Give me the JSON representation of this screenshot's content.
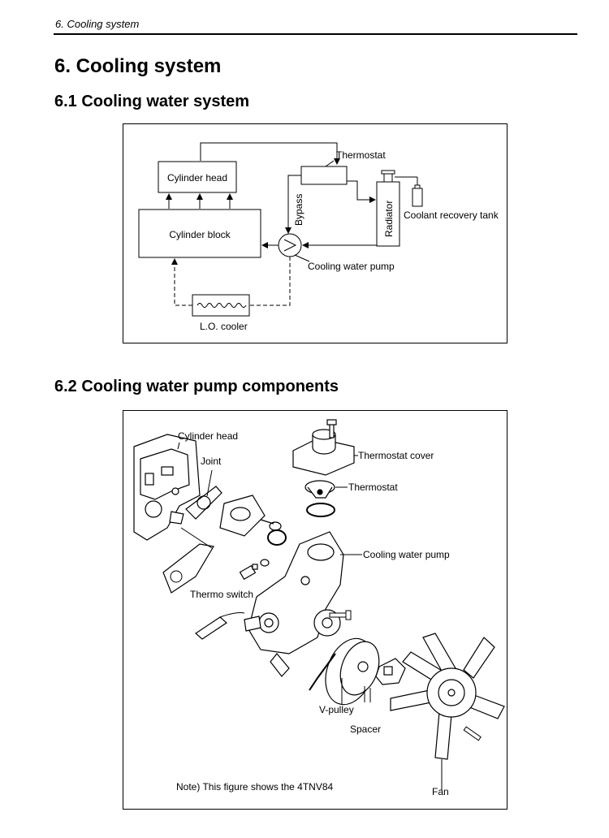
{
  "header": {
    "running_title": "6.  Cooling system"
  },
  "section": {
    "title": "6. Cooling system",
    "sub1": "6.1 Cooling water system",
    "sub2": "6.2 Cooling water pump components"
  },
  "diagram1": {
    "cylinder_head": "Cylinder head",
    "cylinder_block": "Cylinder block",
    "thermostat": "Thermostat",
    "bypass": "Bypass",
    "radiator": "Radiator",
    "coolant_tank": "Coolant recovery tank",
    "pump": "Cooling water pump",
    "lo_cooler": "L.O. cooler"
  },
  "diagram2": {
    "cylinder_head": "Cylinder head",
    "joint": "Joint",
    "thermostat_cover": "Thermostat cover",
    "thermostat": "Thermostat",
    "pump": "Cooling water pump",
    "thermo_switch": "Thermo switch",
    "v_pulley": "V-pulley",
    "spacer": "Spacer",
    "fan": "Fan",
    "note": "Note) This figure shows the 4TNV84"
  }
}
